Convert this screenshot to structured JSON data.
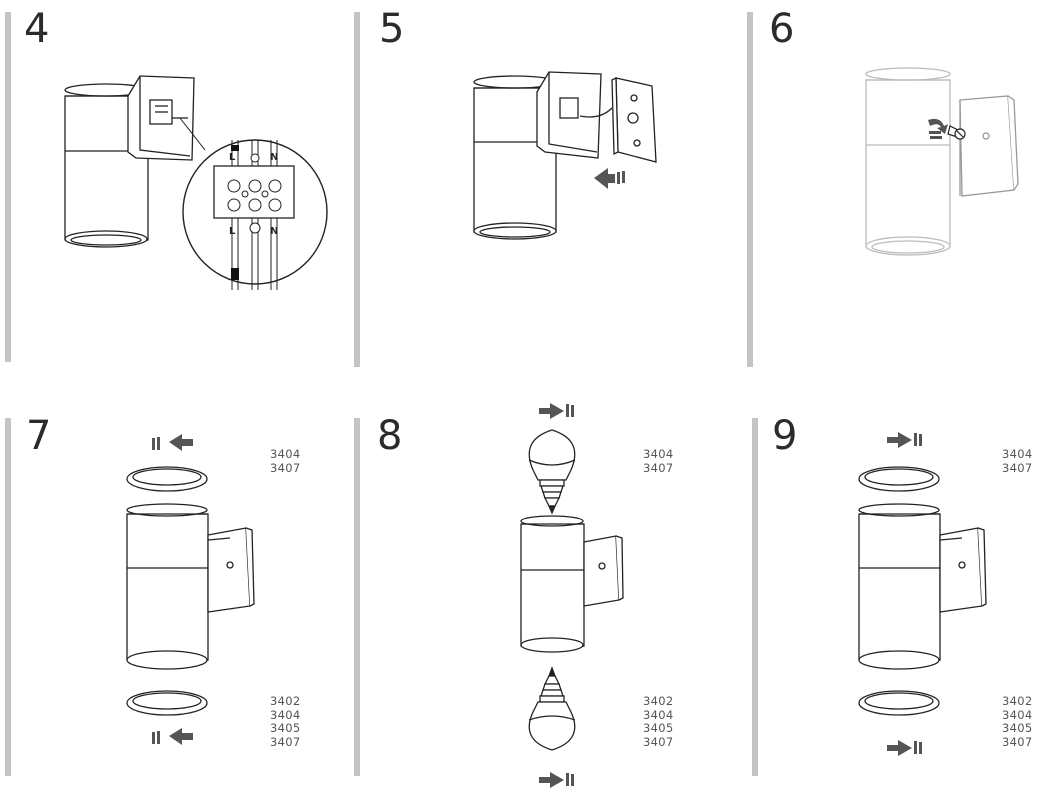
{
  "steps": [
    {
      "number": "4"
    },
    {
      "number": "5"
    },
    {
      "number": "6"
    },
    {
      "number": "7"
    },
    {
      "number": "8"
    },
    {
      "number": "9"
    }
  ],
  "terminals": {
    "live": "L",
    "neutral": "N"
  },
  "models_top": [
    "3404",
    "3407"
  ],
  "models_bottom": [
    "3402",
    "3404",
    "3405",
    "3407"
  ],
  "icons": [
    "cylinder-lamp-icon",
    "wall-mounting-plate-icon",
    "terminal-block-icon",
    "screw-icon",
    "rotate-arrow-icon",
    "push-arrow-icon",
    "led-bulb-icon",
    "glass-ring-icon"
  ]
}
